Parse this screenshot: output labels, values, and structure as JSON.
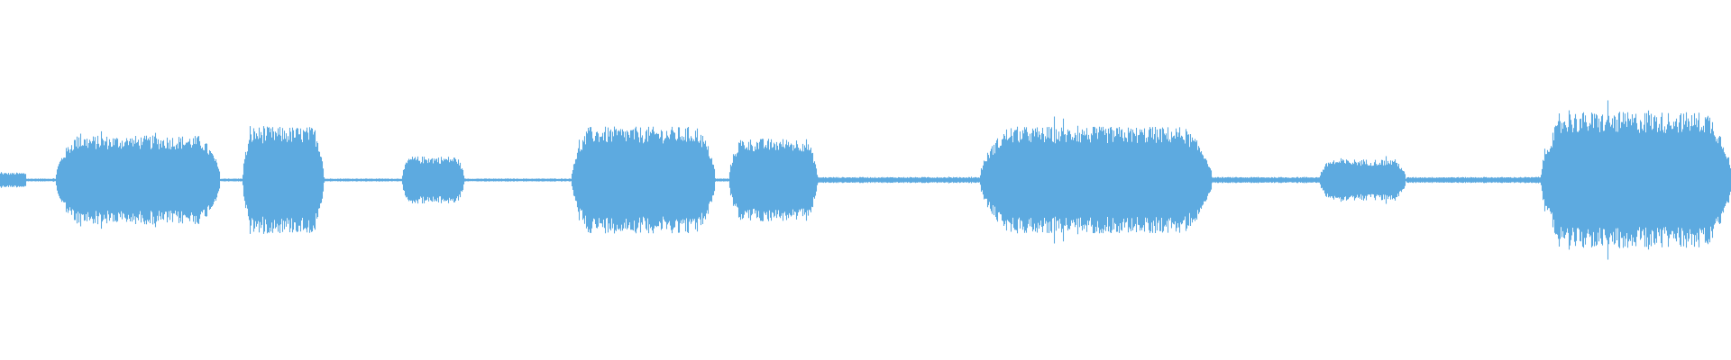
{
  "waveform": {
    "color": "#5DAAE0",
    "background": "#FFFFFF",
    "description_type": "audio-amplitude-envelope",
    "segments": [
      {
        "start": 0.0,
        "end": 0.015,
        "level": 0.05
      },
      {
        "start": 0.015,
        "end": 0.032,
        "level": 0.01
      },
      {
        "start": 0.032,
        "end": 0.127,
        "level": 0.3
      },
      {
        "start": 0.127,
        "end": 0.14,
        "level": 0.01
      },
      {
        "start": 0.14,
        "end": 0.187,
        "level": 0.36
      },
      {
        "start": 0.187,
        "end": 0.232,
        "level": 0.01
      },
      {
        "start": 0.232,
        "end": 0.268,
        "level": 0.16
      },
      {
        "start": 0.268,
        "end": 0.33,
        "level": 0.01
      },
      {
        "start": 0.33,
        "end": 0.413,
        "level": 0.36
      },
      {
        "start": 0.413,
        "end": 0.421,
        "level": 0.01
      },
      {
        "start": 0.421,
        "end": 0.472,
        "level": 0.28
      },
      {
        "start": 0.472,
        "end": 0.566,
        "level": 0.02
      },
      {
        "start": 0.566,
        "end": 0.7,
        "level": 0.36
      },
      {
        "start": 0.7,
        "end": 0.762,
        "level": 0.02
      },
      {
        "start": 0.762,
        "end": 0.812,
        "level": 0.14
      },
      {
        "start": 0.812,
        "end": 0.89,
        "level": 0.02
      },
      {
        "start": 0.89,
        "end": 1.0,
        "level": 0.46
      }
    ]
  }
}
